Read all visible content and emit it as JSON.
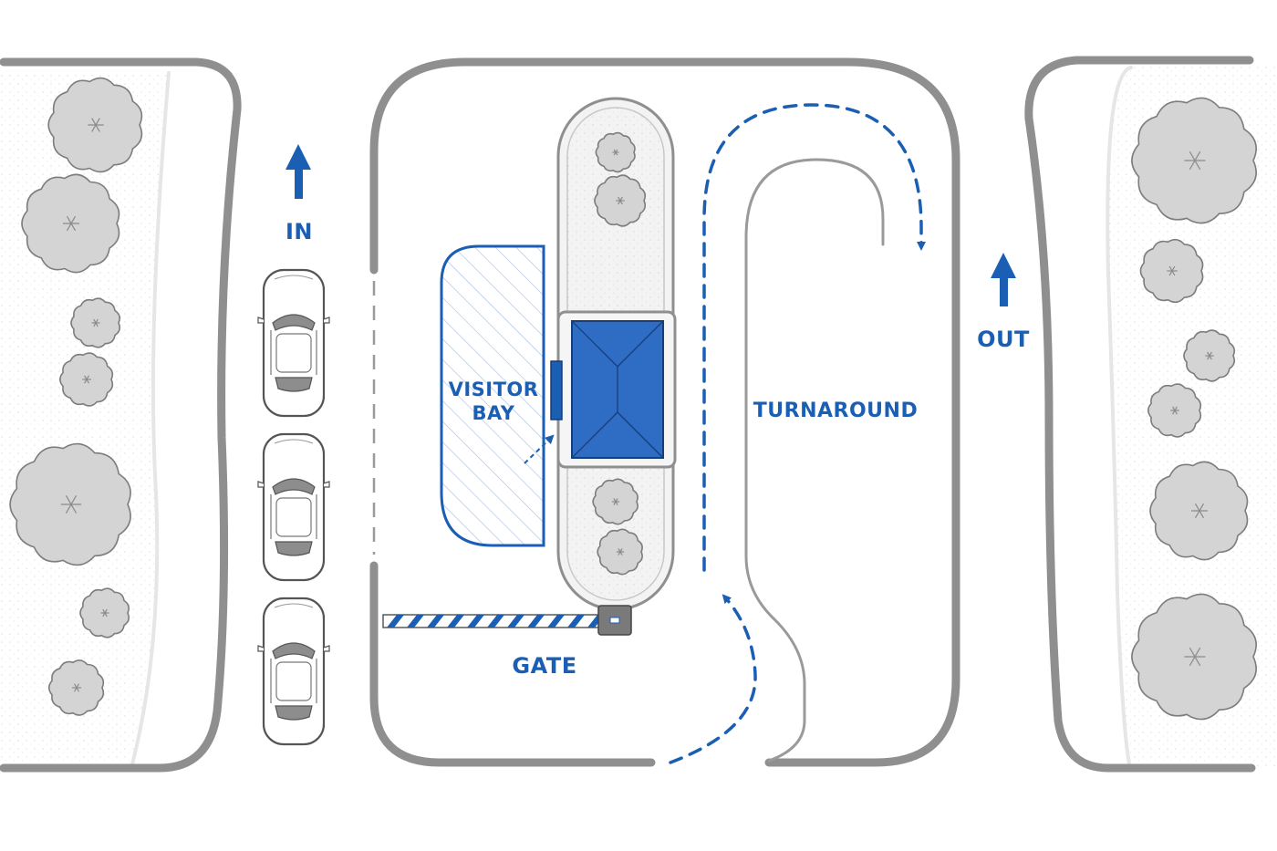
{
  "labels": {
    "in": "IN",
    "out": "OUT",
    "visitor_bay_line1": "VISITOR",
    "visitor_bay_line2": "BAY",
    "turnaround": "TURNAROUND",
    "gate": "GATE"
  },
  "icons": {
    "in_arrow": "arrow-up-icon",
    "out_arrow": "arrow-up-icon",
    "tree": "tree-icon",
    "car": "car-icon"
  },
  "colors": {
    "accent_blue": "#1a5fb4",
    "booth_blue": "#2f6cc4",
    "curb_gray": "#8f8f8f",
    "tree_gray": "#d4d4d4"
  }
}
